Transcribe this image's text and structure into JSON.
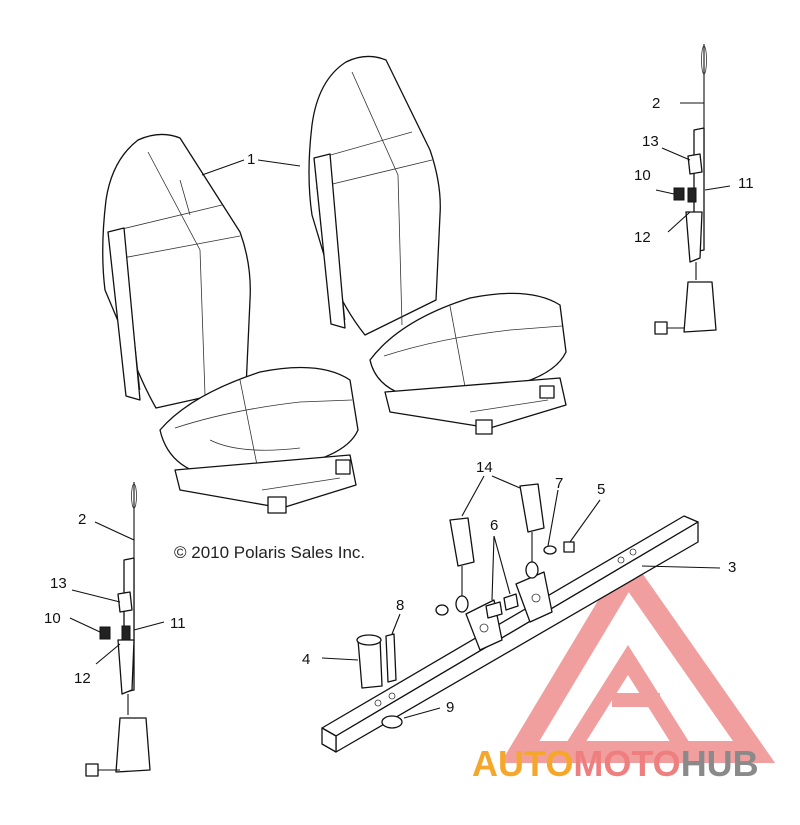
{
  "copyright": "© 2010 Polaris Sales Inc.",
  "callouts": [
    {
      "id": "c1",
      "text": "1"
    },
    {
      "id": "c2a",
      "text": "2"
    },
    {
      "id": "c13a",
      "text": "13"
    },
    {
      "id": "c10a",
      "text": "10"
    },
    {
      "id": "c11a",
      "text": "11"
    },
    {
      "id": "c12a",
      "text": "12"
    },
    {
      "id": "c2b",
      "text": "2"
    },
    {
      "id": "c13b",
      "text": "13"
    },
    {
      "id": "c10b",
      "text": "10"
    },
    {
      "id": "c11b",
      "text": "11"
    },
    {
      "id": "c12b",
      "text": "12"
    },
    {
      "id": "c14",
      "text": "14"
    },
    {
      "id": "c7",
      "text": "7"
    },
    {
      "id": "c5",
      "text": "5"
    },
    {
      "id": "c6",
      "text": "6"
    },
    {
      "id": "c3",
      "text": "3"
    },
    {
      "id": "c8",
      "text": "8"
    },
    {
      "id": "c4",
      "text": "4"
    },
    {
      "id": "c9",
      "text": "9"
    }
  ],
  "watermark": {
    "part1": "AUTO",
    "part2": "MOTO",
    "part3": "HUB",
    "color_orange": "#f4a72a",
    "color_red": "#ef7f7f",
    "color_gray": "#8a8a8a"
  }
}
